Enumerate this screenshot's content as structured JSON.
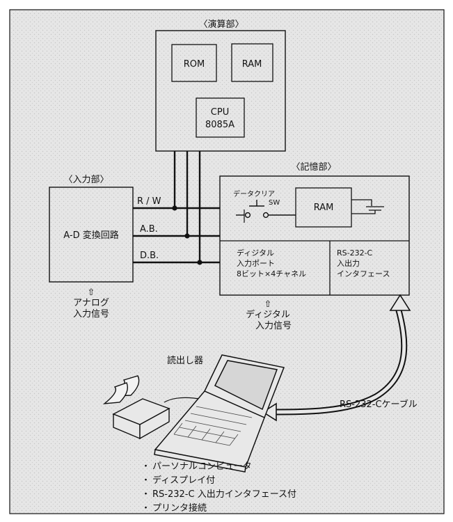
{
  "compute_unit": {
    "title": "〈演算部〉",
    "rom": "ROM",
    "ram": "RAM",
    "cpu_line1": "CPU",
    "cpu_line2": "8085A"
  },
  "input_unit": {
    "title": "〈入力部〉",
    "adc": "A-D 変換回路",
    "analog_line1": "アナログ",
    "analog_line2": "入力信号"
  },
  "bus": {
    "rw": "R / W",
    "ab": "A.B.",
    "db": "D.B."
  },
  "memory_unit": {
    "title": "〈記憶部〉",
    "clear_label": "データクリア",
    "sw_label": "SW",
    "ram": "RAM",
    "digital_port": [
      "ディジタル",
      "入力ポート",
      "8ビット×4チャネル"
    ],
    "rs232_if": [
      "RS-232-C",
      "入出力",
      "インタフェース"
    ],
    "digital_in_line1": "ディジタル",
    "digital_in_line2": "入力信号"
  },
  "reader": {
    "label": "読出し器",
    "cable": "RS-232-Cケーブル"
  },
  "features": [
    "パーソナルコンピュータ",
    "ディスプレイ付",
    "RS-232-C 入出力インタフェース付",
    "プリンタ接続"
  ],
  "up_arrow_glyph": "⇧",
  "bullet_glyph": "・",
  "colors": {
    "background": "#e4e4e4",
    "ink": "#111111",
    "box_fill": "#e8e8e8"
  }
}
